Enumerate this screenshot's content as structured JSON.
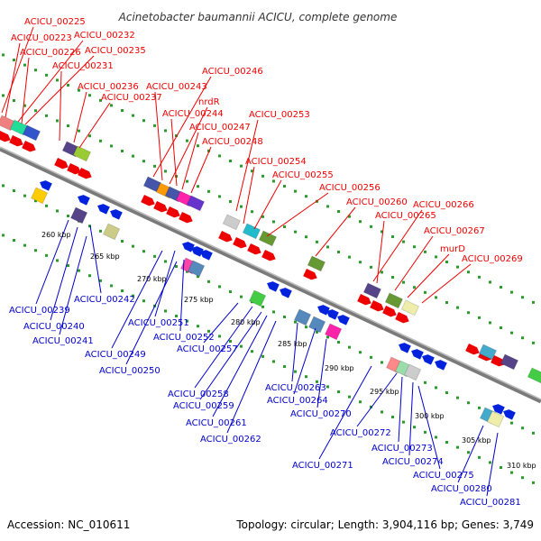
{
  "title": "Acinetobacter baumannii ACICU, complete genome",
  "footer": {
    "accession": "Accession: NC_010611",
    "stats": "Topology: circular; Length: 3,904,116 bp; Genes: 3,749"
  },
  "colors": {
    "forward_label": "#ee0000",
    "reverse_label": "#0000cc",
    "backbone": "#888888",
    "tick": "#229922"
  },
  "kbp_marks": [
    "260 kbp",
    "265 kbp",
    "270 kbp",
    "275 kbp",
    "280 kbp",
    "285 kbp",
    "290 kbp",
    "295 kbp",
    "300 kbp",
    "305 kbp",
    "310 kbp"
  ],
  "forward_labels": [
    "ACICU_00225",
    "ACICU_00223",
    "ACICU_00232",
    "ACICU_00226",
    "ACICU_00235",
    "ACICU_00231",
    "ACICU_00236",
    "ACICU_00237",
    "ACICU_00246",
    "ACICU_00243",
    "nrdR",
    "ACICU_00244",
    "ACICU_00253",
    "ACICU_00247",
    "ACICU_00248",
    "ACICU_00254",
    "ACICU_00255",
    "ACICU_00256",
    "ACICU_00260",
    "ACICU_00266",
    "ACICU_00265",
    "ACICU_00267",
    "murD",
    "ACICU_00269"
  ],
  "reverse_labels": [
    "ACICU_00242",
    "ACICU_00239",
    "ACICU_00240",
    "ACICU_00241",
    "ACICU_00251",
    "ACICU_00252",
    "ACICU_00249",
    "ACICU_00257",
    "ACICU_00250",
    "ACICU_00258",
    "ACICU_00263",
    "ACICU_00259",
    "ACICU_00264",
    "ACICU_00270",
    "ACICU_00261",
    "ACICU_00262",
    "ACICU_00272",
    "ACICU_00273",
    "ACICU_00271",
    "ACICU_00274",
    "ACICU_00275",
    "ACICU_00280",
    "ACICU_00281"
  ]
}
